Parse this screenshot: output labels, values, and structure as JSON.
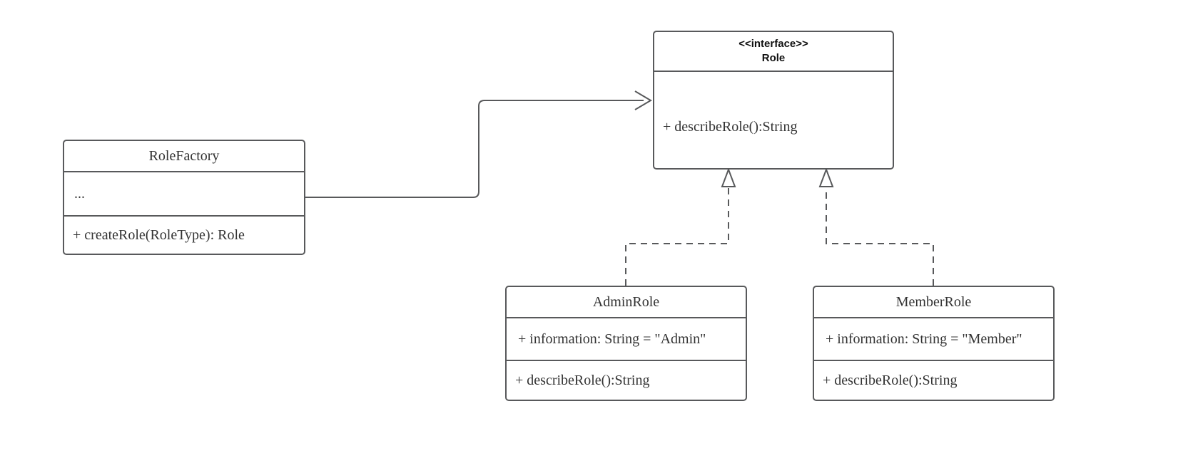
{
  "diagram": {
    "kind": "uml-class-diagram",
    "background": "#ffffff",
    "line_color": "#58595b",
    "text_color": "#333333"
  },
  "classes": {
    "role_factory": {
      "name": "RoleFactory",
      "attributes": "...",
      "operations": "+ createRole(RoleType): Role"
    },
    "role_interface": {
      "stereotype": "<<interface>>",
      "name": "Role",
      "operations": "+ describeRole():String"
    },
    "admin_role": {
      "name": "AdminRole",
      "attributes": "+ information: String = \"Admin\"",
      "operations": "+ describeRole():String"
    },
    "member_role": {
      "name": "MemberRole",
      "attributes": "+ information: String = \"Member\"",
      "operations": "+ describeRole():String"
    }
  },
  "relationships": [
    {
      "name": "rolefactory-creates-role",
      "type": "dependency",
      "style": "solid",
      "arrowhead": "open",
      "from": "RoleFactory",
      "to": "Role"
    },
    {
      "name": "adminrole-realizes-role",
      "type": "realization",
      "style": "dashed",
      "arrowhead": "hollow-triangle",
      "from": "AdminRole",
      "to": "Role"
    },
    {
      "name": "memberrole-realizes-role",
      "type": "realization",
      "style": "dashed",
      "arrowhead": "hollow-triangle",
      "from": "MemberRole",
      "to": "Role"
    }
  ]
}
